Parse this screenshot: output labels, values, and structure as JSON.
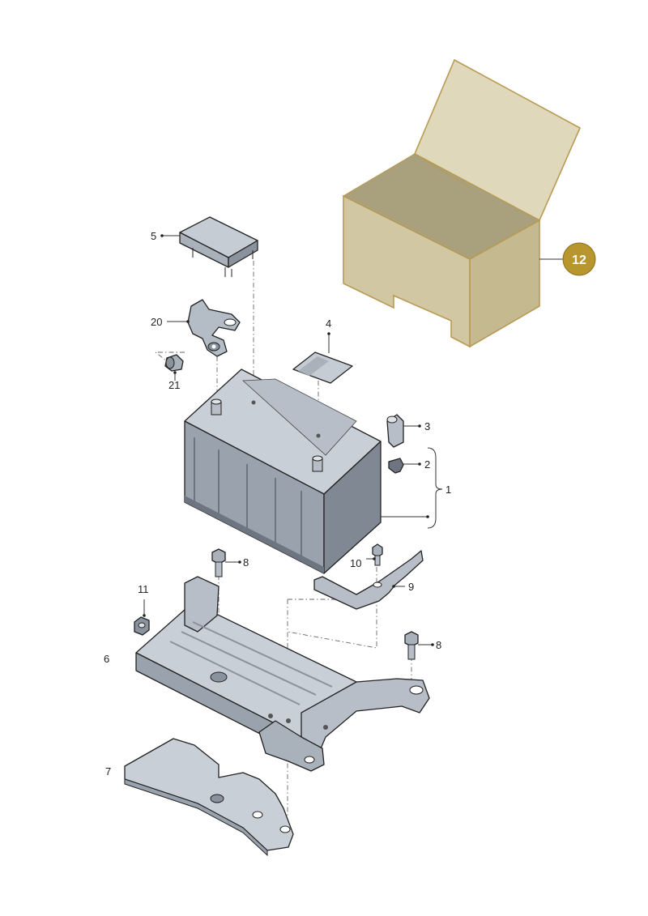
{
  "diagram": {
    "type": "exploded-parts-view",
    "colors": {
      "part_fill": "#c6ccd4",
      "part_dark": "#8a929d",
      "part_mid": "#a9b1bb",
      "box_fill": "#d8cfae",
      "box_dark": "#bfb48e",
      "box_stroke": "#b89a52",
      "badge_fill": "#b8962e"
    },
    "labels": {
      "p1": "1",
      "p2": "2",
      "p3": "3",
      "p4": "4",
      "p5": "5",
      "p6": "6",
      "p7": "7",
      "p8a": "8",
      "p8b": "8",
      "p9": "9",
      "p10": "10",
      "p11": "11",
      "p20": "20",
      "p21": "21",
      "p12": "12"
    }
  }
}
